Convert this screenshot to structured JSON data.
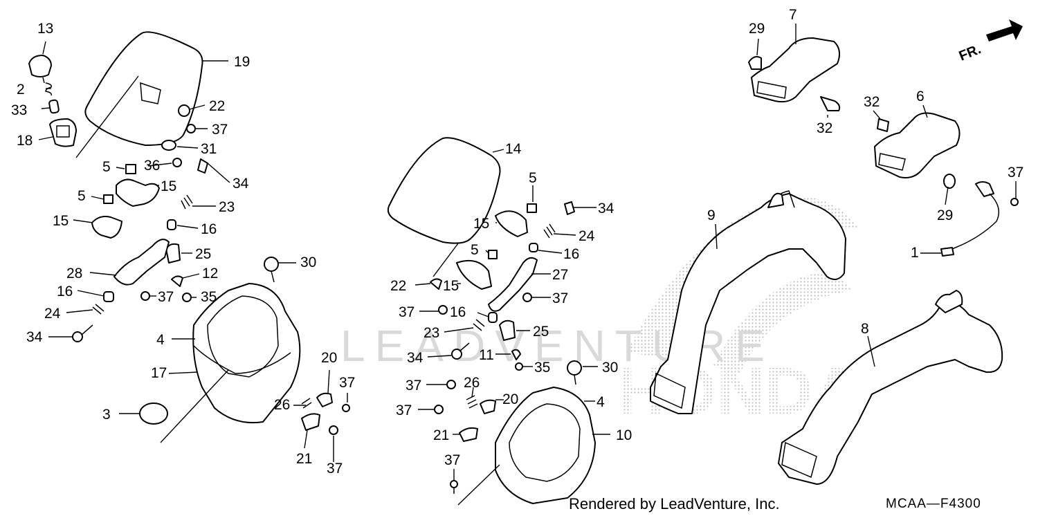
{
  "watermark": {
    "text": "LEADVENTURE",
    "brand": "HONDA"
  },
  "direction_arrow": {
    "label": "FR."
  },
  "footer": {
    "rendered_by": "Rendered by LeadVenture, Inc.",
    "diagram_code": "MCAA—F4300"
  },
  "part_numbers": {
    "p13": "13",
    "p2": "2",
    "p33": "33",
    "p18": "18",
    "p19": "19",
    "p22a": "22",
    "p37a": "37",
    "p31": "31",
    "p5a": "5",
    "p36": "36",
    "p15a": "15",
    "p34a": "34",
    "p5b": "5",
    "p23a": "23",
    "p15b": "15",
    "p16a": "16",
    "p25a": "25",
    "p28": "28",
    "p12": "12",
    "p30a": "30",
    "p16b": "16",
    "p37b": "37",
    "p35a": "35",
    "p24a": "24",
    "p34b": "34",
    "p4a": "4",
    "p17": "17",
    "p20a": "20",
    "p37c": "37",
    "p3": "3",
    "p26a": "26",
    "p21a": "21",
    "p37d": "37",
    "p14": "14",
    "p5c": "5",
    "p34c": "34",
    "p15c": "15",
    "p24b": "24",
    "p5d": "5",
    "p16c": "16",
    "p27": "27",
    "p22b": "22",
    "p15d": "15",
    "p37e": "37",
    "p37f": "37",
    "p16d": "16",
    "p23b": "23",
    "p25b": "25",
    "p34d": "34",
    "p11": "11",
    "p35b": "35",
    "p30b": "30",
    "p37g": "37",
    "p26b": "26",
    "p37h": "37",
    "p20b": "20",
    "p4b": "4",
    "p21b": "21",
    "p10": "10",
    "p37i": "37",
    "p29a": "29",
    "p7": "7",
    "p32a": "32",
    "p32b": "32",
    "p6": "6",
    "p37j": "37",
    "p9": "9",
    "p29b": "29",
    "p1": "1",
    "p8": "8"
  }
}
